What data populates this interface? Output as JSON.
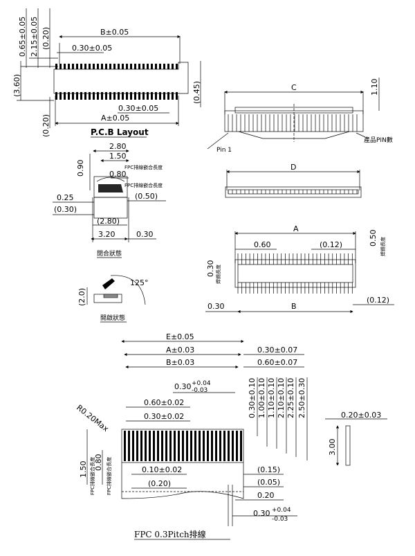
{
  "pcb_layout": {
    "title": "P.C.B Layout",
    "dims": {
      "b": "B±0.05",
      "pitch": "0.30±0.05",
      "pitch_bottom": "0.30±0.05",
      "a": "A±0.05",
      "v065": "0.65±0.05",
      "v215": "2.15±0.05",
      "v020_top": "(0.20)",
      "v360": "(3.60)",
      "v020_bottom": "(0.20)",
      "v045": "(0.45)"
    }
  },
  "connector_top": {
    "c": "C",
    "h110": "1.10",
    "pin1": "Pin 1",
    "pin_count": "產品PIN數"
  },
  "connector_mid": {
    "d": "D"
  },
  "side_view": {
    "d280": "2.80",
    "d150": "1.50",
    "d080": "0.80",
    "d090": "0.90",
    "fpc_note1": "FPC排線嵌合長度",
    "fpc_note2": "FPC排線嵌合長度",
    "d025": "0.25",
    "d030p": "(0.30)",
    "d050p": "(0.50)",
    "d280p": "(2.80)",
    "d320": "3.20",
    "d030": "0.30",
    "caption": "閉合狀態"
  },
  "open_view": {
    "angle": "125°",
    "d200": "(2.0)",
    "caption": "開啟狀態"
  },
  "bottom_view": {
    "a": "A",
    "d060": "0.60",
    "d012": "(0.12)",
    "d050": "0.50",
    "weld_len": "焊錫長度",
    "d030": "0.30",
    "weld_len2": "焊錫長度",
    "d030b": "0.30",
    "b": "B",
    "d012b": "(0.12)"
  },
  "fpc": {
    "title": "FPC  0.3Pitch排線",
    "e": "E±0.05",
    "a": "A±0.03",
    "b": "B±0.03",
    "r": "0.30±0.07",
    "r2": "0.60±0.07",
    "tol_base": "0.30",
    "tol_plus": "+0.04",
    "tol_minus": "-0.03",
    "radius": "R0.20Max",
    "d060": "0.60±0.02",
    "d030": "0.30±0.02",
    "v030": "0.30±0.10",
    "v100": "1.00±0.10",
    "v110": "1.10±0.10",
    "v210": "2.10±0.10",
    "v225": "2.25±0.10",
    "v250": "2.50±0.30",
    "right_w": "0.20±0.03",
    "right_h": "3.00",
    "d150": "1.50",
    "d080": "0.80",
    "note1": "FPC排線嵌合長度",
    "note2": "FPC排線嵌合長度",
    "d010": "0.10±0.02",
    "d020p": "(0.20)",
    "d015p": "(0.15)",
    "d005p": "(0.05)",
    "d020": "0.20",
    "bot_base": "0.30",
    "bot_plus": "+0.04",
    "bot_minus": "-0.03"
  }
}
